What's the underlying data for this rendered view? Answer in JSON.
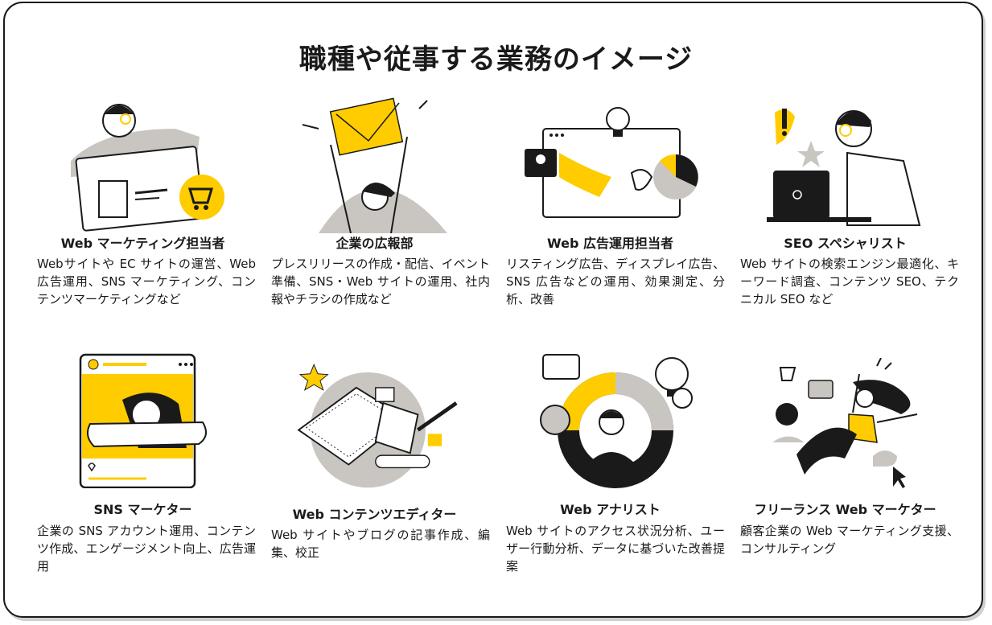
{
  "title": "職種や従事する業務のイメージ",
  "colors": {
    "accent": "#FFCC00",
    "gray": "#C9C6C2",
    "ink": "#1A1A1A"
  },
  "jobs": [
    {
      "name": "Web マーケティング担当者",
      "desc": "Webサイトや EC サイトの運営、Web広告運用、SNS マーケティング、コンテンツマーケティングなど",
      "icon": "web-marketer-illustration"
    },
    {
      "name": "企業の広報部",
      "desc": "プレスリリースの作成・配信、イベント準備、SNS・Web サイトの運用、社内報やチラシの作成など",
      "icon": "pr-department-illustration"
    },
    {
      "name": "Web 広告運用担当者",
      "desc": "リスティング広告、ディスプレイ広告、SNS 広告などの運用、効果測定、分析、改善",
      "icon": "web-ads-illustration"
    },
    {
      "name": "SEO スペシャリスト",
      "desc": "Web サイトの検索エンジン最適化、キーワード調査、コンテンツ SEO、テクニカル SEO など",
      "icon": "seo-specialist-illustration"
    },
    {
      "name": "SNS マーケター",
      "desc": "企業の SNS アカウント運用、コンテンツ作成、エンゲージメント向上、広告運用",
      "icon": "sns-marketer-illustration"
    },
    {
      "name": "Web コンテンツエディター",
      "desc": "Web サイトやブログの記事作成、編集、校正",
      "icon": "content-editor-illustration"
    },
    {
      "name": "Web アナリスト",
      "desc": "Web サイトのアクセス状況分析、ユーザー行動分析、データに基づいた改善提案",
      "icon": "web-analyst-illustration"
    },
    {
      "name": "フリーランス Web マーケター",
      "desc": "顧客企業の Web マーケティング支援、コンサルティング",
      "icon": "freelance-marketer-illustration"
    }
  ]
}
